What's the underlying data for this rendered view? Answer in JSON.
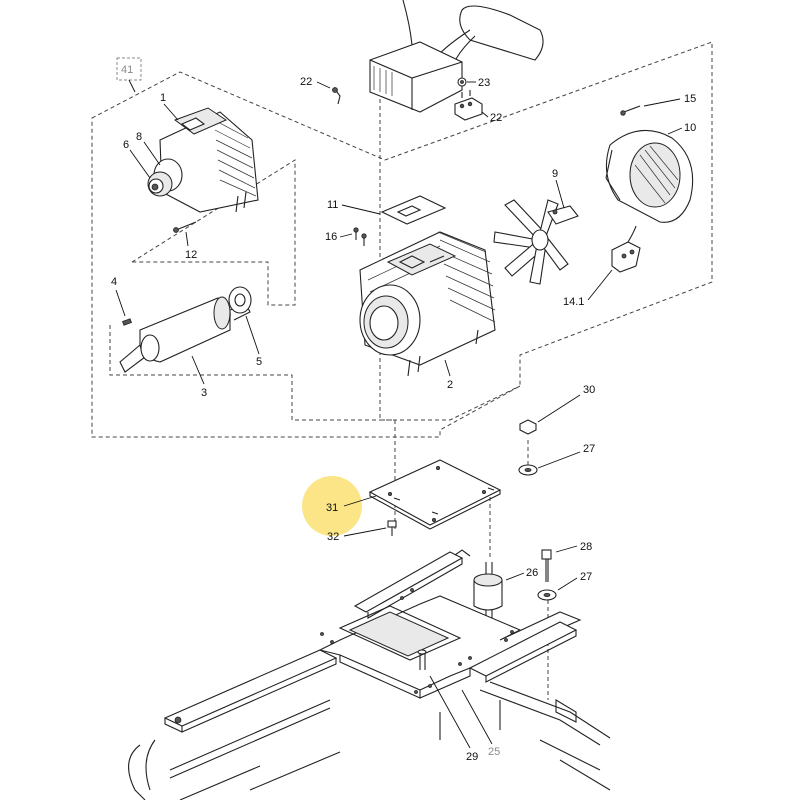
{
  "diagram": {
    "callouts": {
      "c41": "41",
      "c1": "1",
      "c8": "8",
      "c6": "6",
      "c12": "12",
      "c4": "4",
      "c5": "5",
      "c3": "3",
      "c22a": "22",
      "c23": "23",
      "c22b": "22",
      "c15": "15",
      "c10": "10",
      "c11": "11",
      "c9": "9",
      "c16": "16",
      "c14_1": "14.1",
      "c2": "2",
      "c30": "30",
      "c27a": "27",
      "c31": "31",
      "c32": "32",
      "c28": "28",
      "c26": "26",
      "c27b": "27",
      "c29": "29",
      "c25": "25"
    },
    "colors": {
      "highlight": "#fbe27a",
      "line": "#222222",
      "grey_label": "#8a8a8a"
    }
  }
}
